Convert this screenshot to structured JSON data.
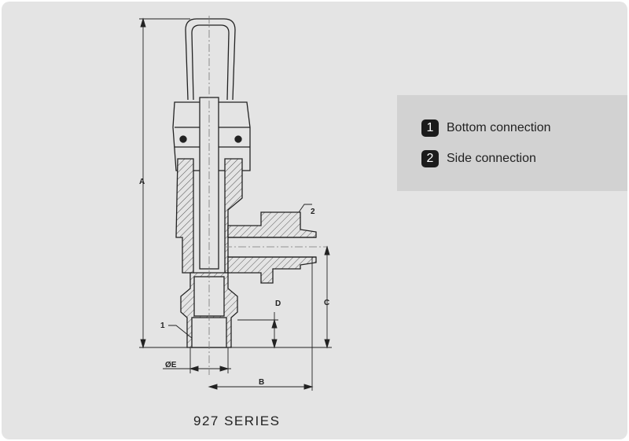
{
  "figure": {
    "caption": "927 SERIES",
    "dimension_labels": {
      "a": "A",
      "b": "B",
      "c": "C",
      "d": "D",
      "e": "ØE"
    },
    "callouts": {
      "bottom": "1",
      "side": "2"
    }
  },
  "legend": {
    "items": [
      {
        "number": "1",
        "label": "Bottom connection"
      },
      {
        "number": "2",
        "label": "Side connection"
      }
    ]
  },
  "colors": {
    "frame": "#e4e4e4",
    "panel": "#d2d2d2",
    "badge": "#1c1c1c"
  }
}
